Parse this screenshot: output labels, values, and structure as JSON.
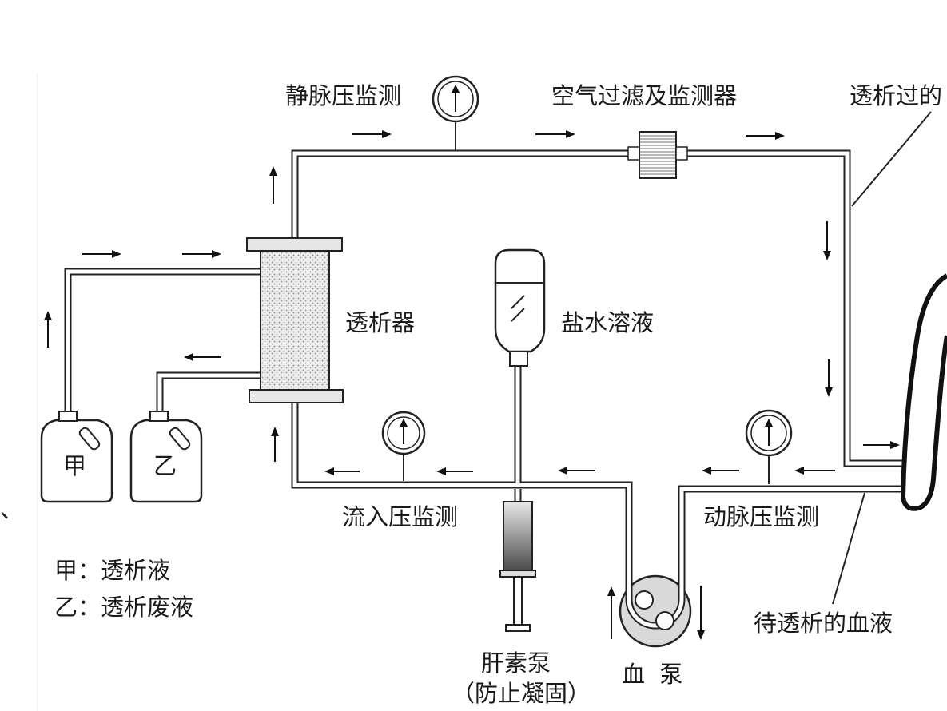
{
  "labels": {
    "venous_pressure": "静脉压监测",
    "air_filter": "空气过滤及监测器",
    "dialyzed_blood": "透析过的",
    "dialyzer": "透析器",
    "saline": "盐水溶液",
    "inflow_pressure": "流入压监测",
    "arterial_pressure": "动脉压监测",
    "blood_to_dialyze": "待透析的血液",
    "heparin_pump_line1": "肝素泵",
    "heparin_pump_line2": "（防止凝固）",
    "blood_pump": "血  泵",
    "bottle_a": "甲",
    "bottle_b": "乙",
    "legend_a": "甲：透析液",
    "legend_b": "乙：透析废液",
    "edge_mark": "、"
  },
  "icons": [
    "pressure-gauge-icon",
    "air-filter-icon",
    "dialyzer-icon",
    "saline-bag-icon",
    "syringe-icon",
    "roller-pump-icon",
    "bottle-icon",
    "arm-icon"
  ]
}
